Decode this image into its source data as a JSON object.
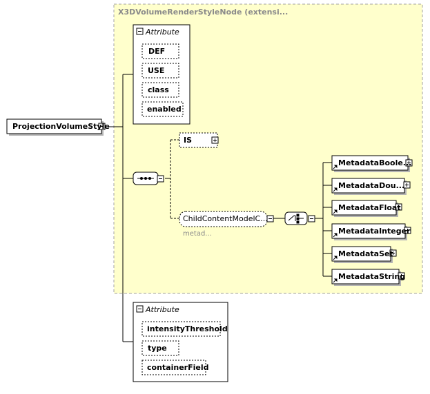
{
  "group": {
    "title": "X3DVolumeRenderStyleNode (extensi..."
  },
  "root": {
    "label": "ProjectionVolumeStyle"
  },
  "inherited_attributes": {
    "header": "Attribute",
    "items": [
      "DEF",
      "USE",
      "class",
      "enabled"
    ]
  },
  "is_element": {
    "label": "IS"
  },
  "child_group": {
    "label": "ChildContentModelC...",
    "caption": "metad..."
  },
  "metadata_elements": [
    "MetadataBoole...",
    "MetadataDou...",
    "MetadataFloat",
    "MetadataInteger",
    "MetadataSet",
    "MetadataString"
  ],
  "own_attributes": {
    "header": "Attribute",
    "items": [
      "intensityThreshold",
      "type",
      "containerField"
    ]
  },
  "colors": {
    "group_fill": "#ffffcc",
    "group_border": "#a0a0a0",
    "line": "#000000",
    "shadow": "#b4b4b4"
  }
}
